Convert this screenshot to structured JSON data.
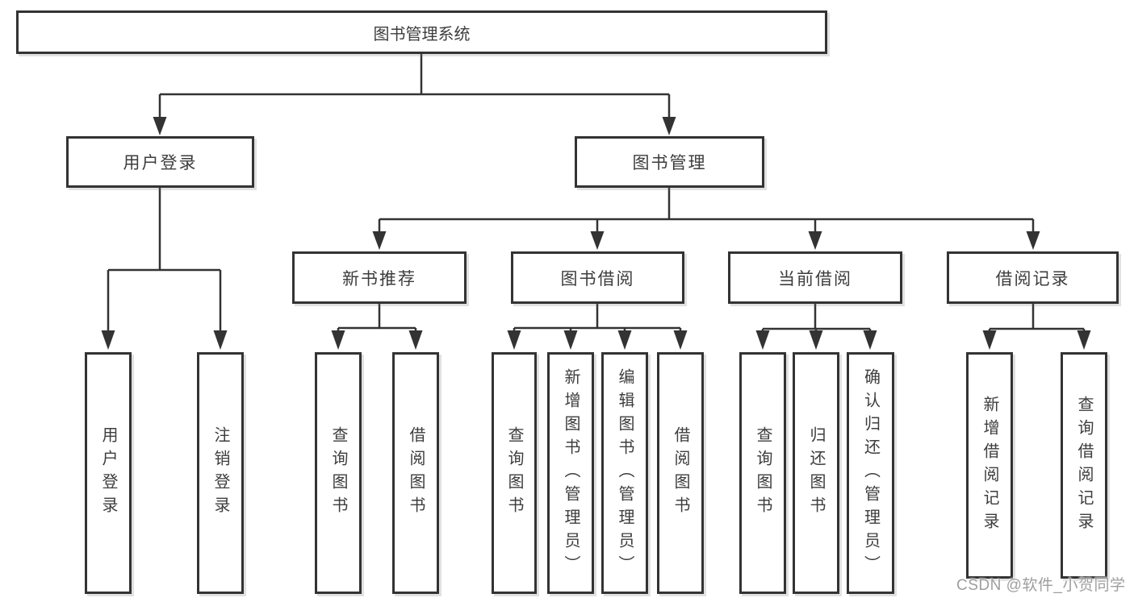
{
  "watermark": "CSDN @软件_小贺同学",
  "colors": {
    "line": "#333333",
    "text": "#3d3d3d",
    "watermark_gray": "#9e9e9e",
    "background": "#ffffff"
  },
  "tree": {
    "label": "图书管理系统",
    "children": [
      {
        "label": "用户登录",
        "children": [
          {
            "label": "用户登录"
          },
          {
            "label": "注销登录"
          }
        ]
      },
      {
        "label": "图书管理",
        "children": [
          {
            "label": "新书推荐",
            "children": [
              {
                "label": "查询图书"
              },
              {
                "label": "借阅图书"
              }
            ]
          },
          {
            "label": "图书借阅",
            "children": [
              {
                "label": "查询图书"
              },
              {
                "label": "新增图书（管理员）"
              },
              {
                "label": "编辑图书（管理员）"
              },
              {
                "label": "借阅图书"
              }
            ]
          },
          {
            "label": "当前借阅",
            "children": [
              {
                "label": "查询图书"
              },
              {
                "label": "归还图书"
              },
              {
                "label": "确认归还（管理员）"
              }
            ]
          },
          {
            "label": "借阅记录",
            "children": [
              {
                "label": "新增借阅记录"
              },
              {
                "label": "查询借阅记录"
              }
            ]
          }
        ]
      }
    ]
  }
}
